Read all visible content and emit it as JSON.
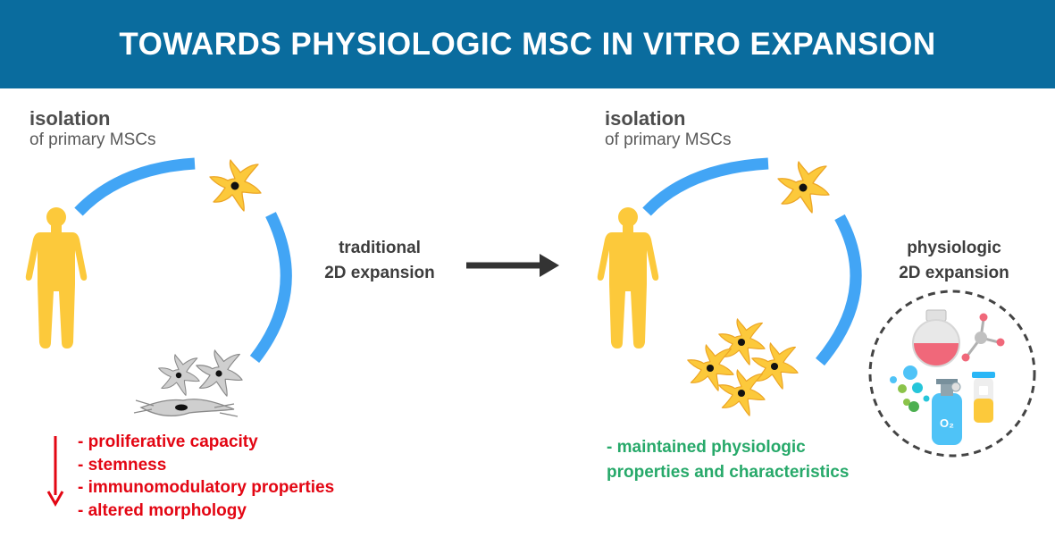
{
  "title": "TOWARDS PHYSIOLOGIC MSC IN VITRO EXPANSION",
  "left": {
    "isolation_title": "isolation",
    "isolation_sub": "of primary MSCs",
    "expansion_line1": "traditional",
    "expansion_line2": "2D expansion",
    "effects": [
      "- proliferative capacity",
      "- stemness",
      "- immunomodulatory properties",
      "- altered morphology"
    ]
  },
  "right": {
    "isolation_title": "isolation",
    "isolation_sub": "of primary MSCs",
    "expansion_line1": "physiologic",
    "expansion_line2": "2D expansion",
    "effects": [
      "- maintained physiologic",
      "properties and characteristics"
    ],
    "o2_label": "O₂"
  },
  "colors": {
    "header": "#0a6c9e",
    "arc": "#42a5f5",
    "human": "#fcc93b",
    "cell": "#fcc93b",
    "degraded_cell": "#c8c8c8",
    "negative": "#e30613",
    "positive": "#27a96a"
  }
}
